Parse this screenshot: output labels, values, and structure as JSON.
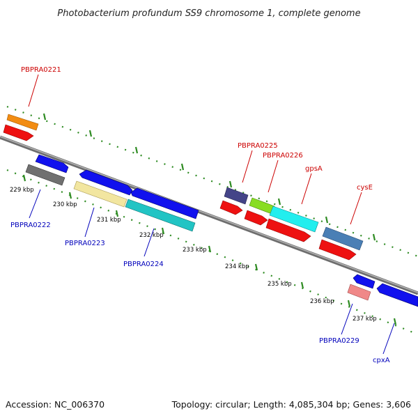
{
  "title": "Photobacterium profundum SS9 chromosome 1, complete genome",
  "footer": {
    "accession": "Accession: NC_006370",
    "topology": "Topology: circular; Length: 4,085,304 bp; Genes: 3,606"
  },
  "colors": {
    "backbone": "#8a8a8a",
    "tick_dot": "#2e8b22",
    "forward_label": "#cc0000",
    "reverse_label": "#0000bb"
  },
  "scale": {
    "tick_labels": [
      "229 kbp",
      "230 kbp",
      "231 kbp",
      "232 kbp",
      "233 kbp",
      "234 kbp",
      "235 kbp",
      "236 kbp",
      "237 kbp"
    ]
  },
  "forward_labels": [
    {
      "id": "PBPRA0221",
      "text": "PBPRA0221"
    },
    {
      "id": "PBPRA0225",
      "text": "PBPRA0225"
    },
    {
      "id": "PBPRA0226",
      "text": "PBPRA0226"
    },
    {
      "id": "gpsA",
      "text": "gpsA"
    },
    {
      "id": "cysE",
      "text": "cysE"
    }
  ],
  "reverse_labels": [
    {
      "id": "PBPRA0222",
      "text": "PBPRA0222"
    },
    {
      "id": "PBPRA0223",
      "text": "PBPRA0223"
    },
    {
      "id": "PBPRA0224",
      "text": "PBPRA0224"
    },
    {
      "id": "PBPRA0229",
      "text": "PBPRA0229"
    },
    {
      "id": "cpxA",
      "text": "cpxA"
    }
  ],
  "features": [
    {
      "name": "PBPRA0221",
      "strand": "+",
      "color": "#f28c12",
      "track": "cds"
    },
    {
      "name": "PBPRA0221",
      "strand": "+",
      "color": "#ee1111",
      "track": "gene"
    },
    {
      "name": "PBPRA0225",
      "strand": "+",
      "color": "#444488",
      "track": "cds"
    },
    {
      "name": "PBPRA0225",
      "strand": "+",
      "color": "#ee1111",
      "track": "gene"
    },
    {
      "name": "PBPRA0226",
      "strand": "+",
      "color": "#88dd22",
      "track": "cds"
    },
    {
      "name": "PBPRA0226",
      "strand": "+",
      "color": "#ee1111",
      "track": "gene"
    },
    {
      "name": "gpsA",
      "strand": "+",
      "color": "#22eeee",
      "track": "cds"
    },
    {
      "name": "gpsA",
      "strand": "+",
      "color": "#ee1111",
      "track": "gene"
    },
    {
      "name": "cysE",
      "strand": "+",
      "color": "#4a7fb5",
      "track": "cds"
    },
    {
      "name": "cysE",
      "strand": "+",
      "color": "#ee1111",
      "track": "gene"
    },
    {
      "name": "PBPRA0222",
      "strand": "-",
      "color": "#1111ee",
      "track": "gene"
    },
    {
      "name": "PBPRA0222",
      "strand": "-",
      "color": "#707070",
      "track": "cds"
    },
    {
      "name": "PBPRA0223",
      "strand": "-",
      "color": "#1111ee",
      "track": "gene"
    },
    {
      "name": "PBPRA0223",
      "strand": "-",
      "color": "#f2e6a0",
      "track": "cds"
    },
    {
      "name": "PBPRA0224",
      "strand": "-",
      "color": "#1111ee",
      "track": "gene"
    },
    {
      "name": "PBPRA0224",
      "strand": "-",
      "color": "#22c4c4",
      "track": "cds"
    },
    {
      "name": "PBPRA0229",
      "strand": "-",
      "color": "#1111ee",
      "track": "gene"
    },
    {
      "name": "PBPRA0229",
      "strand": "-",
      "color": "#f08888",
      "track": "cds"
    },
    {
      "name": "cpxA",
      "strand": "-",
      "color": "#1111ee",
      "track": "gene"
    }
  ]
}
